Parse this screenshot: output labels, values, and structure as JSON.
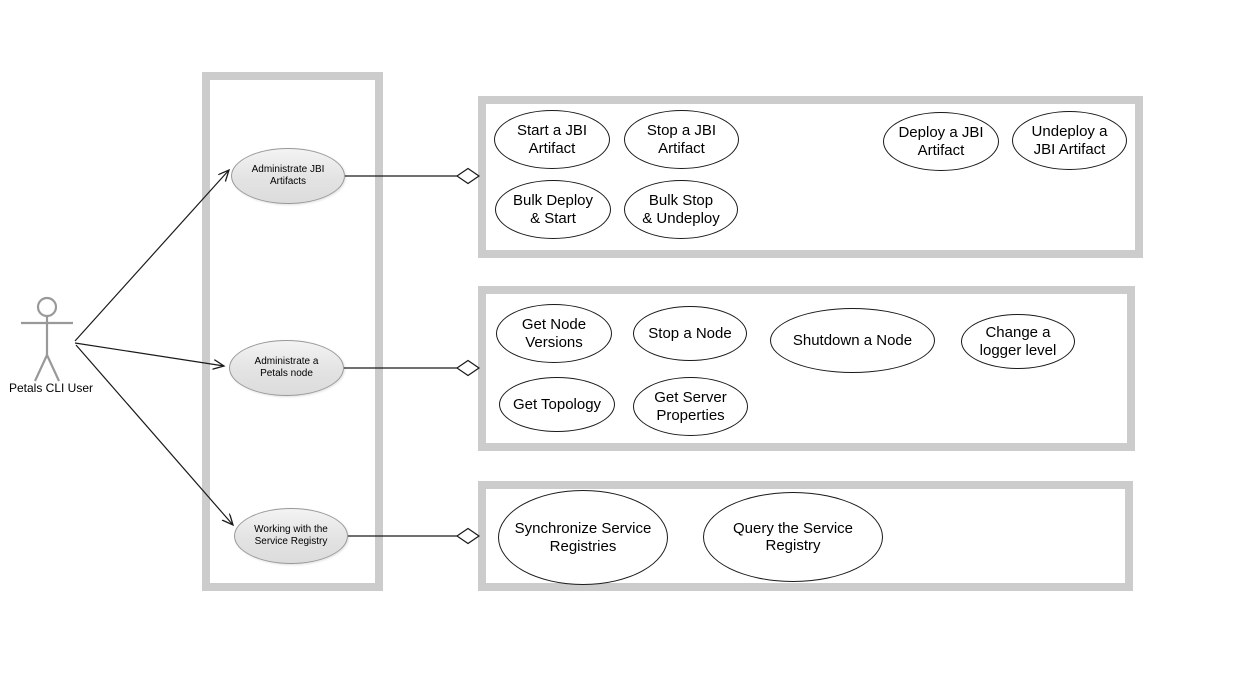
{
  "actor": {
    "label": "Petals CLI User"
  },
  "colors": {
    "frame": "#cccccc",
    "category_border": "#999999",
    "usecase_border": "#1a1a1a",
    "actor": "#999999",
    "line": "#1a1a1a"
  },
  "categories": [
    {
      "label": "Administrate JBI\nArtifacts"
    },
    {
      "label": "Administrate a\nPetals node"
    },
    {
      "label": "Working with the\nService Registry"
    }
  ],
  "groups": [
    {
      "name": "jbi-artifacts",
      "use_cases": [
        {
          "label": "Start a JBI\nArtifact"
        },
        {
          "label": "Stop a JBI\nArtifact"
        },
        {
          "label": "Deploy a JBI\nArtifact"
        },
        {
          "label": "Undeploy a\nJBI Artifact"
        },
        {
          "label": "Bulk Deploy\n& Start"
        },
        {
          "label": "Bulk Stop\n& Undeploy"
        }
      ]
    },
    {
      "name": "petals-node",
      "use_cases": [
        {
          "label": "Get Node\nVersions"
        },
        {
          "label": "Stop a Node"
        },
        {
          "label": "Shutdown a Node"
        },
        {
          "label": "Change a\nlogger level"
        },
        {
          "label": "Get Topology"
        },
        {
          "label": "Get Server\nProperties"
        }
      ]
    },
    {
      "name": "service-registry",
      "use_cases": [
        {
          "label": "Synchronize Service\nRegistries"
        },
        {
          "label": "Query the Service\nRegistry"
        }
      ]
    }
  ]
}
